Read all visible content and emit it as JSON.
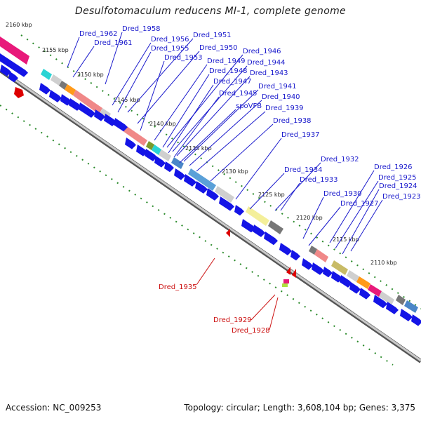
{
  "title": "Desulfotomaculum reducens MI-1, complete genome",
  "footer": {
    "accession": "Accession: NC_009253",
    "summary": "Topology: circular; Length: 3,608,104 bp; Genes: 3,375"
  },
  "colors": {
    "forward_gene": "#1414e6",
    "reverse_gene": "#dd0000",
    "label_blue": "#1a1acc",
    "label_red": "#cc1111",
    "backbone": "#9a9a9a",
    "tick_green": "#2a8a2a"
  },
  "kbp_ticks": [
    "2160 kbp",
    "2155 kbp",
    "2150 kbp",
    "2145 kbp",
    "2140 kbp",
    "2135 kbp",
    "2130 kbp",
    "2125 kbp",
    "2120 kbp",
    "2115 kbp",
    "2110 kbp"
  ],
  "gene_labels_forward": [
    "Dred_1962",
    "Dred_1958",
    "Dred_1961",
    "Dred_1956",
    "Dred_1951",
    "Dred_1955",
    "Dred_1950",
    "Dred_1953",
    "Dred_1946",
    "Dred_1949",
    "Dred_1944",
    "Dred_1948",
    "Dred_1943",
    "Dred_1947",
    "Dred_1941",
    "Dred_1945",
    "Dred_1940",
    "spoVFB",
    "Dred_1939",
    "Dred_1938",
    "Dred_1937",
    "Dred_1932",
    "Dred_1934",
    "Dred_1933",
    "Dred_1926",
    "Dred_1925",
    "Dred_1930",
    "Dred_1924",
    "Dred_1927",
    "Dred_1923"
  ],
  "gene_labels_reverse": [
    "Dred_1935",
    "Dred_1929",
    "Dred_1928"
  ]
}
